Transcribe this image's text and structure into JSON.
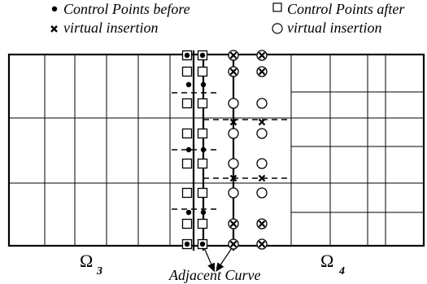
{
  "legend": {
    "before_line1": "Control Points before",
    "before_line2": "virtual insertion",
    "after_line1": "Control Points after",
    "after_line2": "virtual insertion"
  },
  "labels": {
    "omega_left": "Ω",
    "omega_left_sub": "3",
    "omega_right": "Ω",
    "omega_right_sub": "4",
    "adjacent_curve": "Adjacent Curve"
  }
}
